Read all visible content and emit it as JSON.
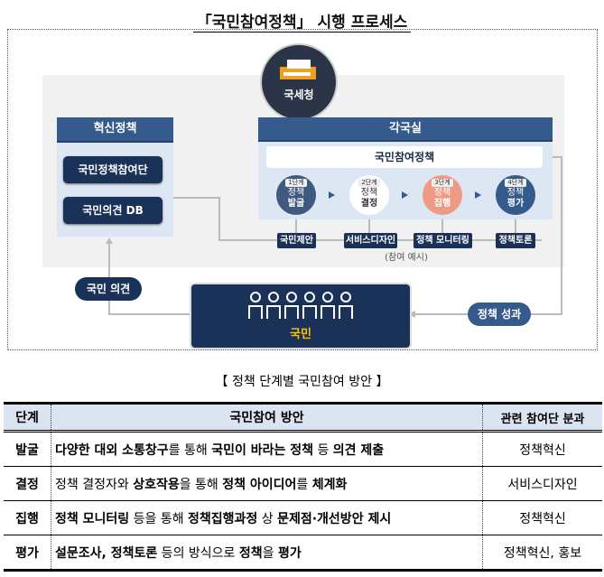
{
  "title": "「국민참여정책」 시행 프로세스",
  "diagram": {
    "agency": "국세청",
    "left_header": "혁신정책",
    "left_items": [
      "국민정책참여단",
      "국민의견 DB"
    ],
    "right_header": "각국실",
    "policy_bar": "국민참여정책",
    "stages": [
      {
        "tag": "1단계",
        "l1": "정책",
        "l2": "발굴",
        "color": "#3f5a80"
      },
      {
        "tag": "2단계",
        "l1": "정책",
        "l2": "결정",
        "color": "#ffffff"
      },
      {
        "tag": "3단계",
        "l1": "정책",
        "l2": "집행",
        "color": "#ee9b86"
      },
      {
        "tag": "4단계",
        "l1": "정책",
        "l2": "평가",
        "color": "#345b8c"
      }
    ],
    "examples": [
      "국민제안",
      "서비스디자인",
      "정책 모니터링",
      "정책토론"
    ],
    "examples_caption": "(참여 예시)",
    "opinion": "국민 의견",
    "citizens": "국민",
    "result": "정책 성과"
  },
  "table_caption": "【 정책 단계별 국민참여 방안 】",
  "table": {
    "headers": [
      "단계",
      "국민참여 방안",
      "관련 참여단 분과"
    ],
    "rows": [
      {
        "stage": "발굴",
        "plan": [
          [
            "다양한 대외 소통창구",
            1
          ],
          [
            "를 통해 ",
            0
          ],
          [
            "국민이 바라는 정책",
            1
          ],
          [
            " 등 ",
            0
          ],
          [
            "의견 제출",
            1
          ]
        ],
        "group": "정책혁신"
      },
      {
        "stage": "결정",
        "plan": [
          [
            "정책 결정자와 ",
            0
          ],
          [
            "상호작용",
            1
          ],
          [
            "을 통해 ",
            0
          ],
          [
            "정책 아이디어",
            1
          ],
          [
            "를 ",
            0
          ],
          [
            "체계화",
            1
          ]
        ],
        "group": "서비스디자인"
      },
      {
        "stage": "집행",
        "plan": [
          [
            "정책 모니터링",
            1
          ],
          [
            " 등을 통해 ",
            0
          ],
          [
            "정책집행과정",
            1
          ],
          [
            " 상 ",
            0
          ],
          [
            "문제점·개선방안 제시",
            1
          ]
        ],
        "group": "정책혁신"
      },
      {
        "stage": "평가",
        "plan": [
          [
            "설문조사, 정책토론",
            1
          ],
          [
            " 등의 방식으로 ",
            0
          ],
          [
            "정책",
            1
          ],
          [
            "을 ",
            0
          ],
          [
            "평가",
            1
          ]
        ],
        "group": "정책혁신, 홍보"
      }
    ]
  }
}
